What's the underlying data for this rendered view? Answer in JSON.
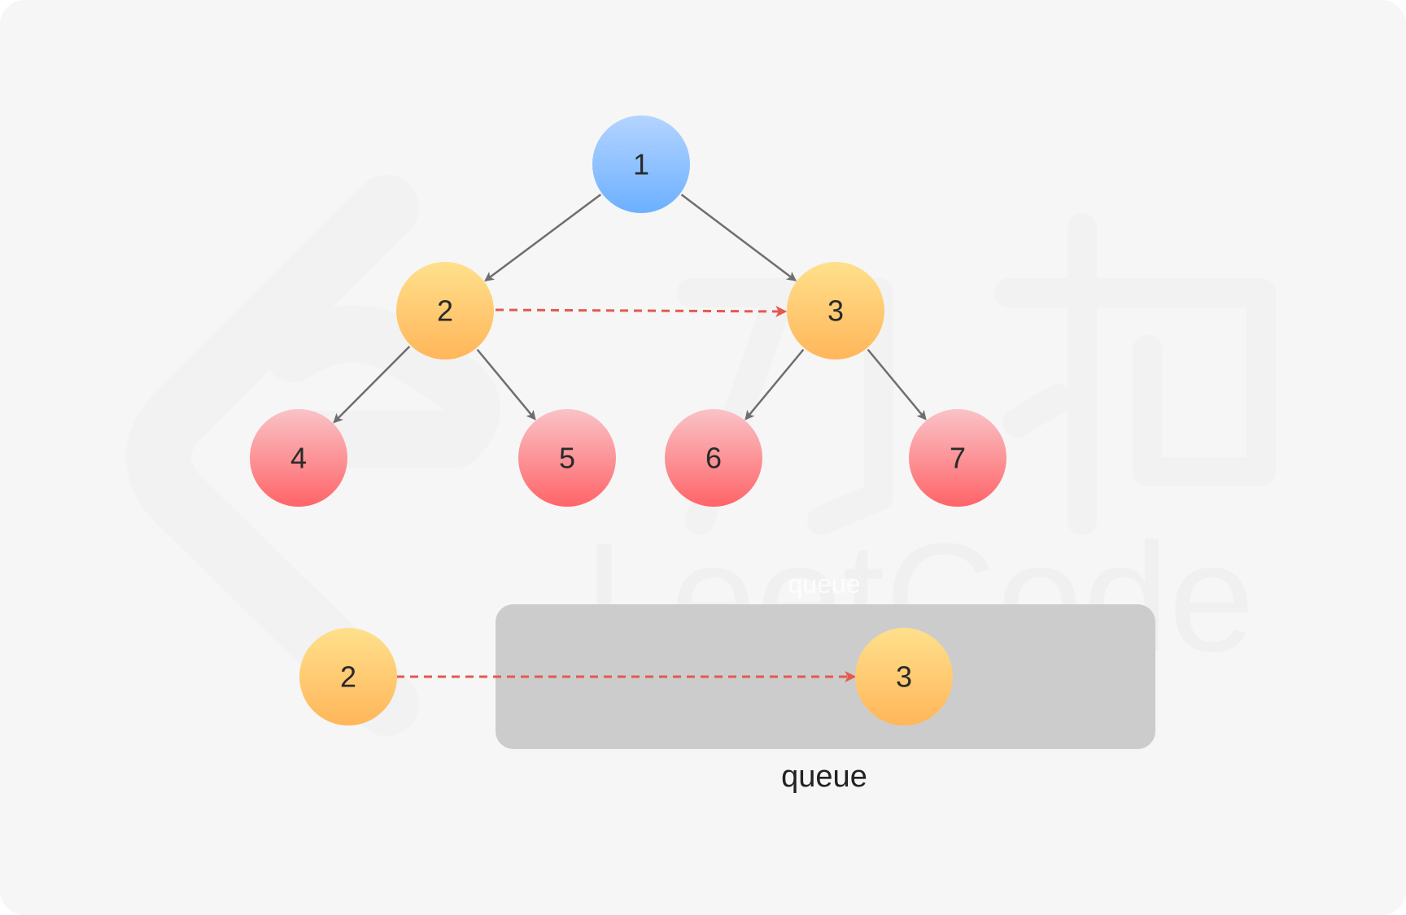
{
  "tree": {
    "nodes": [
      {
        "id": "n1",
        "label": "1",
        "level": "root"
      },
      {
        "id": "n2",
        "label": "2",
        "level": "middle"
      },
      {
        "id": "n3",
        "label": "3",
        "level": "middle"
      },
      {
        "id": "n4",
        "label": "4",
        "level": "leaf"
      },
      {
        "id": "n5",
        "label": "5",
        "level": "leaf"
      },
      {
        "id": "n6",
        "label": "6",
        "level": "leaf"
      },
      {
        "id": "n7",
        "label": "7",
        "level": "leaf"
      }
    ],
    "edges": [
      {
        "from": "n1",
        "to": "n2"
      },
      {
        "from": "n1",
        "to": "n3"
      },
      {
        "from": "n2",
        "to": "n4"
      },
      {
        "from": "n2",
        "to": "n5"
      },
      {
        "from": "n3",
        "to": "n6"
      },
      {
        "from": "n3",
        "to": "n7"
      }
    ],
    "next_link": {
      "from": "n2",
      "to": "n3"
    }
  },
  "queue": {
    "caption": "queue",
    "ghost_caption": "queue",
    "outside_node": "2",
    "inside_node": "3"
  },
  "colors": {
    "root_top": "#b4d4ff",
    "root_bottom": "#6cb0ff",
    "middle_top": "#ffe08c",
    "middle_bottom": "#ffb65a",
    "leaf_top": "#f9c3c7",
    "leaf_bottom": "#ff6468",
    "edge": "#6e6e6e",
    "next_link": "#e25a4f",
    "queue_box": "#cccccc",
    "background": "#f6f6f6"
  },
  "watermark": {
    "text": "LeetCode",
    "logo_text": "力扣"
  }
}
